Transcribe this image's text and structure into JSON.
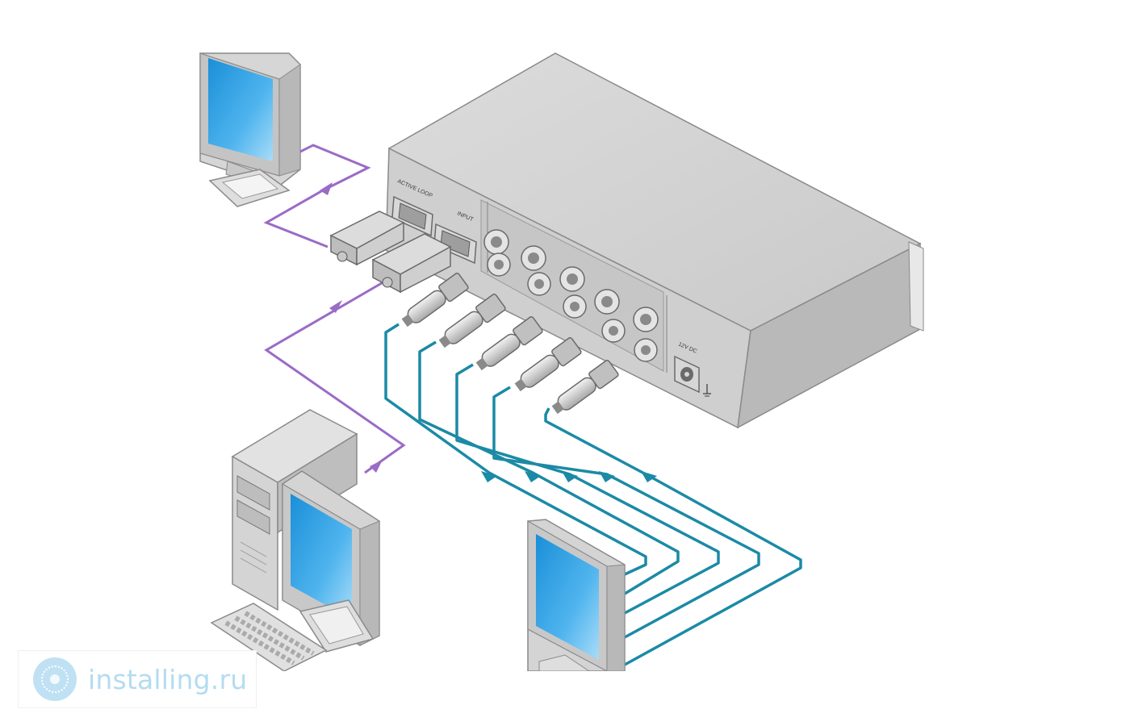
{
  "device": {
    "active_loop_label": "ACTIVE LOOP",
    "input_label": "INPUT",
    "power_label": "12V DC"
  },
  "colors": {
    "vga_cable": "#9a6bc7",
    "bnc_cable": "#1b8aa6",
    "device_body": "#d0d0d0",
    "screen": "#2aa3e6"
  },
  "watermark": {
    "text": "installing.ru"
  }
}
